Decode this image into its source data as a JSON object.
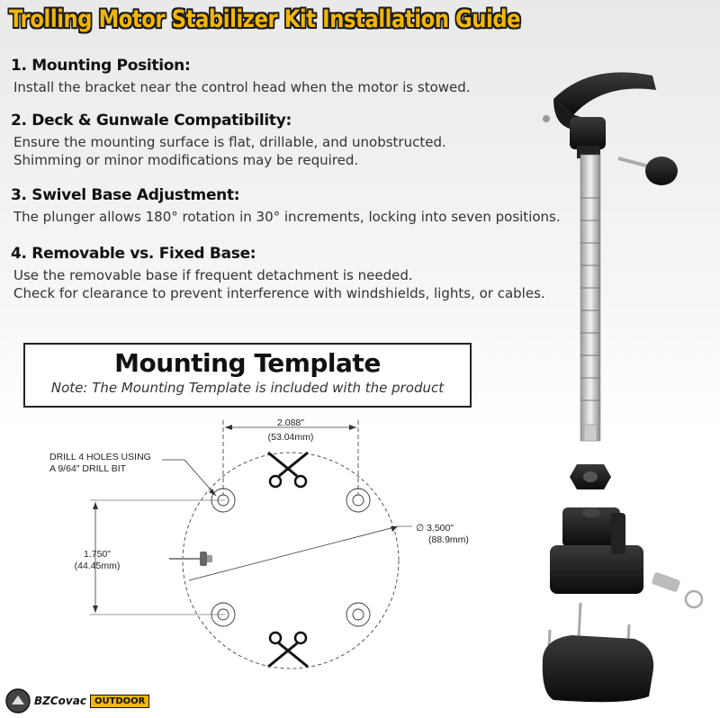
{
  "title": "Trolling Motor Stabilizer Kit Installation Guide",
  "sections": [
    {
      "heading": "1. Mounting Position:",
      "lines": [
        "Install the bracket near the control head when the motor is stowed."
      ]
    },
    {
      "heading": "2. Deck & Gunwale Compatibility:",
      "lines": [
        "Ensure the mounting surface is flat, drillable, and unobstructed.",
        "Shimming or minor modifications may be required."
      ]
    },
    {
      "heading": "3. Swivel Base Adjustment:",
      "lines": [
        "The plunger allows 180° rotation in 30° increments, locking into seven positions."
      ]
    },
    {
      "heading": "4. Removable vs. Fixed Base:",
      "lines": [
        "Use the removable base if frequent detachment is needed.",
        "Check for clearance to prevent interference with windshields, lights, or cables."
      ]
    }
  ],
  "template": {
    "title": "Mounting Template",
    "note": "Note: The Mounting Template is included with the product"
  },
  "diagram": {
    "width_dim": "2.088\"",
    "width_mm": "(53.04mm)",
    "drill_line1": "DRILL 4 HOLES USING",
    "drill_line2": "A 9/64\" DRILL BIT",
    "height_dim": "1.750\"",
    "height_mm": "(44.45mm)",
    "diameter_dim": "∅  3.500\"",
    "diameter_mm": "(88.9mm)"
  },
  "brand": {
    "name": "BZCovac",
    "badge": "OUTDOOR"
  },
  "icons": [
    "scissors-icon",
    "brand-logo-icon"
  ]
}
